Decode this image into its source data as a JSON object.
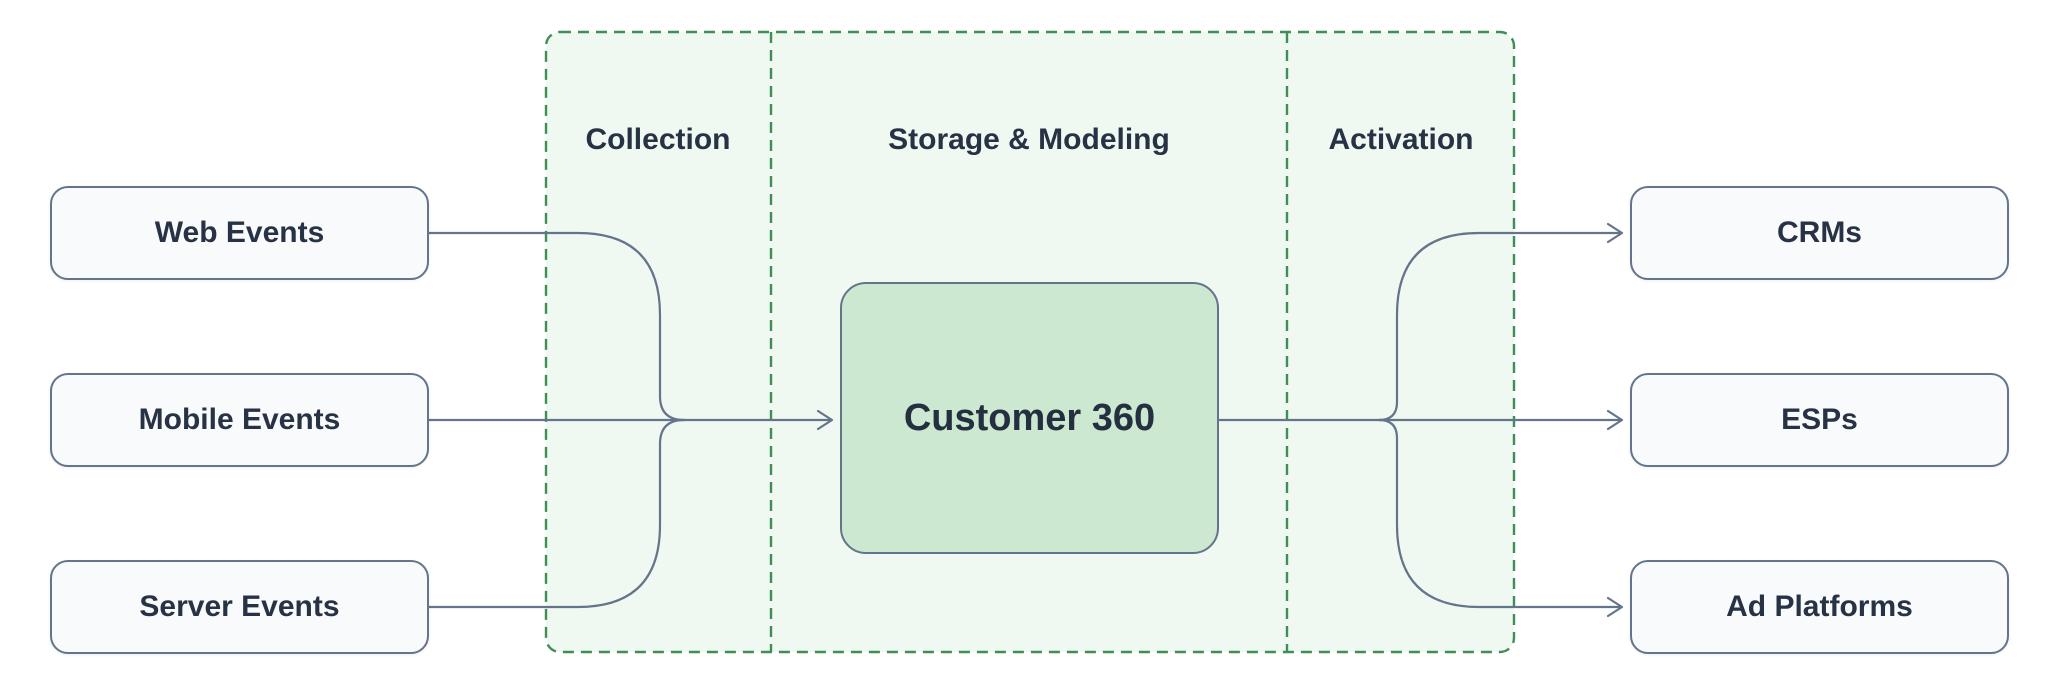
{
  "diagram": {
    "sources": [
      {
        "label": "Web Events"
      },
      {
        "label": "Mobile Events"
      },
      {
        "label": "Server Events"
      }
    ],
    "pipeline": {
      "sections": [
        {
          "label": "Collection"
        },
        {
          "label": "Storage & Modeling"
        },
        {
          "label": "Activation"
        }
      ],
      "core_label": "Customer 360"
    },
    "destinations": [
      {
        "label": "CRMs"
      },
      {
        "label": "ESPs"
      },
      {
        "label": "Ad Platforms"
      }
    ],
    "colors": {
      "background": "#ffffff",
      "node_fill": "#f8fafc",
      "node_border": "#64748b",
      "node_text": "#273344",
      "core_fill": "#cde8d0",
      "pipeline_fill": "#f0f8f2",
      "pipeline_border": "#3f8e56",
      "connector": "#64748b"
    }
  }
}
